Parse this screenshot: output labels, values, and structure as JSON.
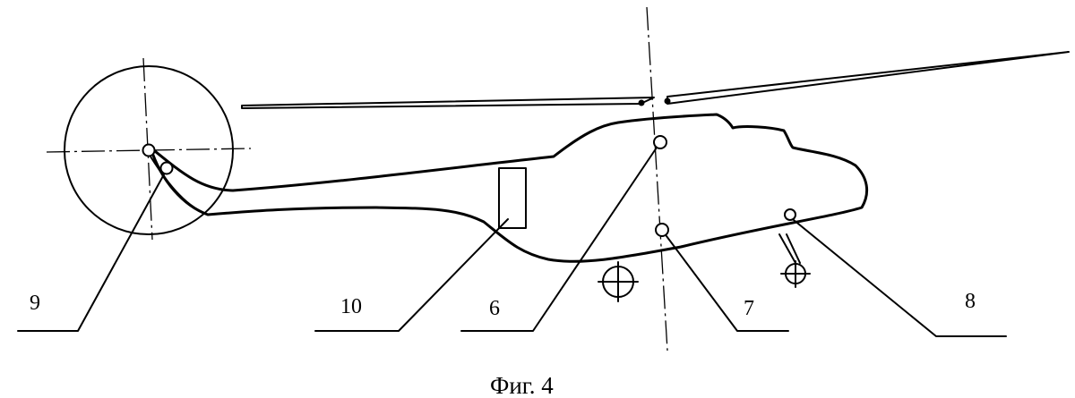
{
  "figure": {
    "caption": "Фиг. 4",
    "labels": {
      "l9": "9",
      "l10": "10",
      "l6": "6",
      "l7": "7",
      "l8": "8"
    }
  }
}
